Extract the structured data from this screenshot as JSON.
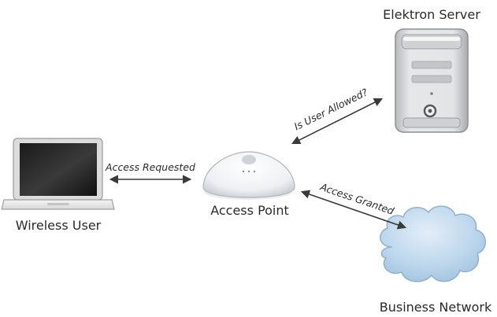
{
  "nodes": {
    "elektron_server": {
      "label": "Elektron Server",
      "icon": "server-tower-icon"
    },
    "wireless_user": {
      "label": "Wireless User",
      "icon": "laptop-icon"
    },
    "access_point": {
      "label": "Access Point",
      "icon": "wireless-access-point-icon"
    },
    "business_network": {
      "label": "Business Network",
      "icon": "cloud-icon"
    }
  },
  "edges": {
    "access_requested": {
      "label": "Access Requested",
      "from": "Wireless User",
      "to": "Access Point"
    },
    "is_user_allowed": {
      "label": "Is User Allowed?",
      "from": "Access Point",
      "to": "Elektron Server"
    },
    "access_granted": {
      "label": "Access Granted",
      "from": "Access Point",
      "to": "Business Network"
    }
  },
  "colors": {
    "arrow": "#3a3a3a",
    "label_text": "#2a2a2a",
    "cloud_fill": "#bcd6ec",
    "cloud_stroke": "#8fb1cf",
    "server_body": "#d7d8db",
    "laptop_screen": "#222222"
  }
}
